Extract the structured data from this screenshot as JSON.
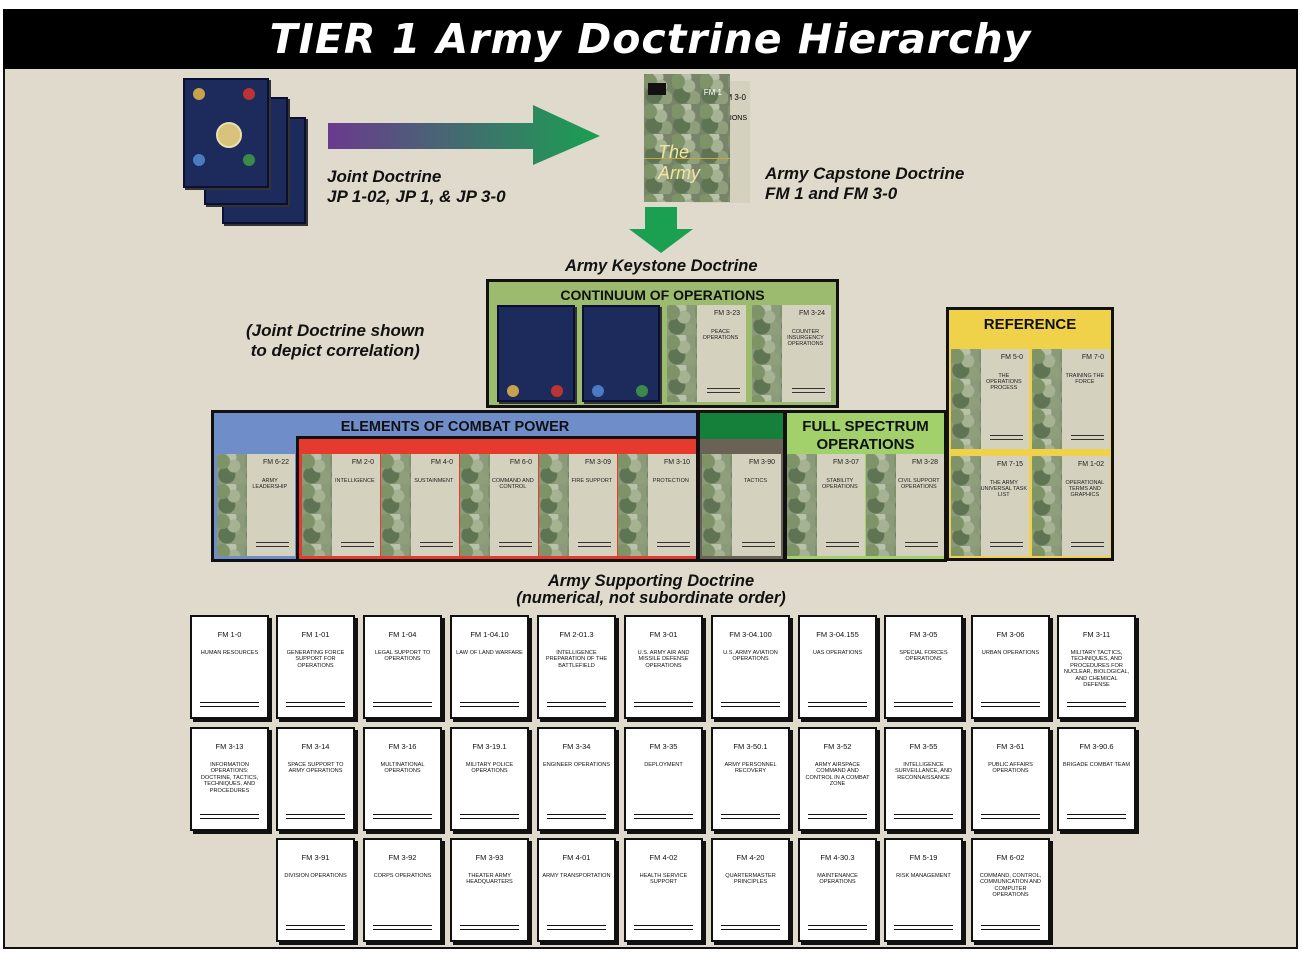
{
  "title": "TIER 1 Army Doctrine Hierarchy",
  "joint": {
    "line1": "Joint Doctrine",
    "line2": "JP 1-02, JP 1, & JP 3-0"
  },
  "capstone": {
    "line1": "Army Capstone Doctrine",
    "line2": "FM 1 and FM 3-0",
    "fm1": "FM 1",
    "fm30": "FM 3-0",
    "word": "The Army",
    "ops": "ATIONS"
  },
  "keystone_label": "Army Keystone Doctrine",
  "correlation_note": {
    "line1": "(Joint Doctrine shown",
    "line2": "to depict correlation)"
  },
  "continuum": {
    "title": "CONTINUUM OF OPERATIONS",
    "fm323": {
      "code": "FM 3-23",
      "title": "PEACE OPERATIONS"
    },
    "fm324": {
      "code": "FM 3-24",
      "title": "COUNTER INSURGENCY OPERATIONS"
    }
  },
  "reference": {
    "title": "REFERENCE",
    "manuals": [
      {
        "code": "FM 5-0",
        "title": "The OPERATIONS PROCESS"
      },
      {
        "code": "FM 7-0",
        "title": "TRAINING the FORCE"
      },
      {
        "code": "FM 7-15",
        "title": "THE ARMY UNIVERSAL TASK LIST"
      },
      {
        "code": "FM 1-02",
        "title": "OPERATIONAL TERMS and GRAPHICS"
      }
    ]
  },
  "combat_power": {
    "title": "ELEMENTS OF COMBAT POWER",
    "manuals": [
      {
        "code": "FM 6-22",
        "title": "ARMY LEADERSHIP"
      },
      {
        "code": "FM 2-0",
        "title": "INTELLIGENCE"
      },
      {
        "code": "FM 4-0",
        "title": "SUSTAINMENT"
      },
      {
        "code": "FM 6-0",
        "title": "COMMAND and CONTROL"
      },
      {
        "code": "FM 3-09",
        "title": "FIRE SUPPORT"
      },
      {
        "code": "FM 3-10",
        "title": "PROTECTION"
      }
    ]
  },
  "tactics": {
    "code": "FM 3-90",
    "title": "TACTICS"
  },
  "full_spectrum": {
    "title1": "FULL SPECTRUM",
    "title2": "OPERATIONS",
    "manuals": [
      {
        "code": "FM 3-07",
        "title": "STABILITY OPERATIONS"
      },
      {
        "code": "FM 3-28",
        "title": "CIVIL SUPPORT OPERATIONS"
      }
    ]
  },
  "supporting": {
    "line1": "Army Supporting Doctrine",
    "line2": "(numerical, not subordinate order)",
    "rows": [
      [
        {
          "code": "FM 1-0",
          "title": "HUMAN RESOURCES"
        },
        {
          "code": "FM 1-01",
          "title": "GENERATING FORCE SUPPORT for OPERATIONS"
        },
        {
          "code": "FM 1-04",
          "title": "LEGAL SUPPORT to OPERATIONS"
        },
        {
          "code": "FM 1-04.10",
          "title": "LAW of LAND WARFARE"
        },
        {
          "code": "FM 2-01.3",
          "title": "INTELLIGENCE PREPARATION of the BATTLEFIELD"
        },
        {
          "code": "FM 3-01",
          "title": "U.S. ARMY AIR and MISSILE DEFENSE OPERATIONS"
        },
        {
          "code": "FM 3-04.100",
          "title": "U.S. ARMY AVIATION OPERATIONS"
        },
        {
          "code": "FM 3-04.155",
          "title": "UAS OPERATIONS"
        },
        {
          "code": "FM 3-05",
          "title": "SPECIAL FORCES OPERATIONS"
        },
        {
          "code": "FM 3-06",
          "title": "URBAN OPERATIONS"
        },
        {
          "code": "FM 3-11",
          "title": "MILITARY TACTICS, TECHNIQUES, and PROCEDURES for NUCLEAR, BIOLOGICAL, and CHEMICAL DEFENSE"
        }
      ],
      [
        {
          "code": "FM 3-13",
          "title": "INFORMATION OPERATIONS: DOCTRINE, TACTICS, TECHNIQUES, and PROCEDURES"
        },
        {
          "code": "FM 3-14",
          "title": "SPACE SUPPORT to ARMY OPERATIONS"
        },
        {
          "code": "FM 3-16",
          "title": "MULTINATIONAL OPERATIONS"
        },
        {
          "code": "FM 3-19.1",
          "title": "MILITARY POLICE OPERATIONS"
        },
        {
          "code": "FM 3-34",
          "title": "ENGINEER OPERATIONS"
        },
        {
          "code": "FM 3-35",
          "title": "DEPLOYMENT"
        },
        {
          "code": "FM 3-50.1",
          "title": "ARMY PERSONNEL RECOVERY"
        },
        {
          "code": "FM 3-52",
          "title": "ARMY AIRSPACE COMMAND and CONTROL in a COMBAT ZONE"
        },
        {
          "code": "FM 3-55",
          "title": "INTELLIGENCE SURVEILLANCE, AND RECONNAISSANCE"
        },
        {
          "code": "FM 3-61",
          "title": "PUBLIC AFFAIRS OPERATIONS"
        },
        {
          "code": "FM 3-90.6",
          "title": "BRIGADE COMBAT TEAM"
        }
      ],
      [
        {
          "code": "FM 3-91",
          "title": "DIVISION OPERATIONS"
        },
        {
          "code": "FM 3-92",
          "title": "CORPS OPERATIONS"
        },
        {
          "code": "FM 3-93",
          "title": "THEATER ARMY HEADQUARTERS"
        },
        {
          "code": "FM 4-01",
          "title": "ARMY TRANSPORTATION"
        },
        {
          "code": "FM 4-02",
          "title": "HEALTH SERVICE SUPPORT"
        },
        {
          "code": "FM 4-20",
          "title": "QUARTERMASTER PRINCIPLES"
        },
        {
          "code": "FM 4-30.3",
          "title": "MAINTENANCE OPERATIONS"
        },
        {
          "code": "FM 5-19",
          "title": "RISK MANAGEMENT"
        },
        {
          "code": "FM 6-02",
          "title": "COMMAND, CONTROL, COMMUNICATION and COMPUTER OPERATIONS"
        }
      ]
    ]
  },
  "colors": {
    "continuum": "#9cbb6e",
    "reference": "#efd24a",
    "combat_power": "#6f8ec9",
    "intel_red": "#e63a2e",
    "tactics_green": "#14803a",
    "full_spectrum": "#a2d06a",
    "arrow_green": "#1aa050",
    "arrow_purple": "#6a3a8e"
  }
}
